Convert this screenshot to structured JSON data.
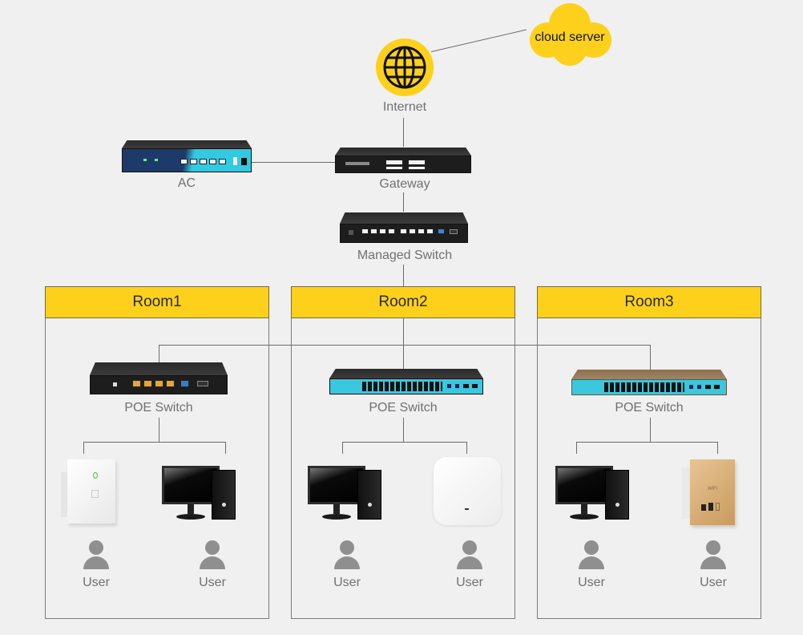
{
  "diagram": {
    "type": "network-topology",
    "nodes": {
      "cloud_server": {
        "label": "cloud server"
      },
      "internet": {
        "label": "Internet",
        "icon": "globe-icon"
      },
      "ac": {
        "label": "AC"
      },
      "gateway": {
        "label": "Gateway"
      },
      "managed_switch": {
        "label": "Managed Switch"
      }
    },
    "rooms": [
      {
        "title": "Room1",
        "switch_label": "POE Switch",
        "devices": [
          {
            "type": "wall-access-point-white",
            "user_label": "User"
          },
          {
            "type": "desktop-pc",
            "user_label": "User"
          }
        ]
      },
      {
        "title": "Room2",
        "switch_label": "POE Switch",
        "devices": [
          {
            "type": "desktop-pc",
            "user_label": "User"
          },
          {
            "type": "ceiling-access-point",
            "user_label": "User"
          }
        ]
      },
      {
        "title": "Room3",
        "switch_label": "POE Switch",
        "devices": [
          {
            "type": "desktop-pc",
            "user_label": "User"
          },
          {
            "type": "wall-access-point-gold",
            "user_label": "User",
            "badge": "WiFi"
          }
        ]
      }
    ],
    "edges": [
      [
        "internet",
        "cloud_server"
      ],
      [
        "internet",
        "gateway"
      ],
      [
        "ac",
        "gateway"
      ],
      [
        "gateway",
        "managed_switch"
      ],
      [
        "managed_switch",
        "room2.switch"
      ],
      [
        "managed_switch",
        "room1.switch"
      ],
      [
        "managed_switch",
        "room3.switch"
      ]
    ]
  },
  "colors": {
    "accent_yellow": "#fdd11b",
    "background": "#f0f0f0",
    "line": "#6b6b6b",
    "label_gray": "#707070"
  }
}
